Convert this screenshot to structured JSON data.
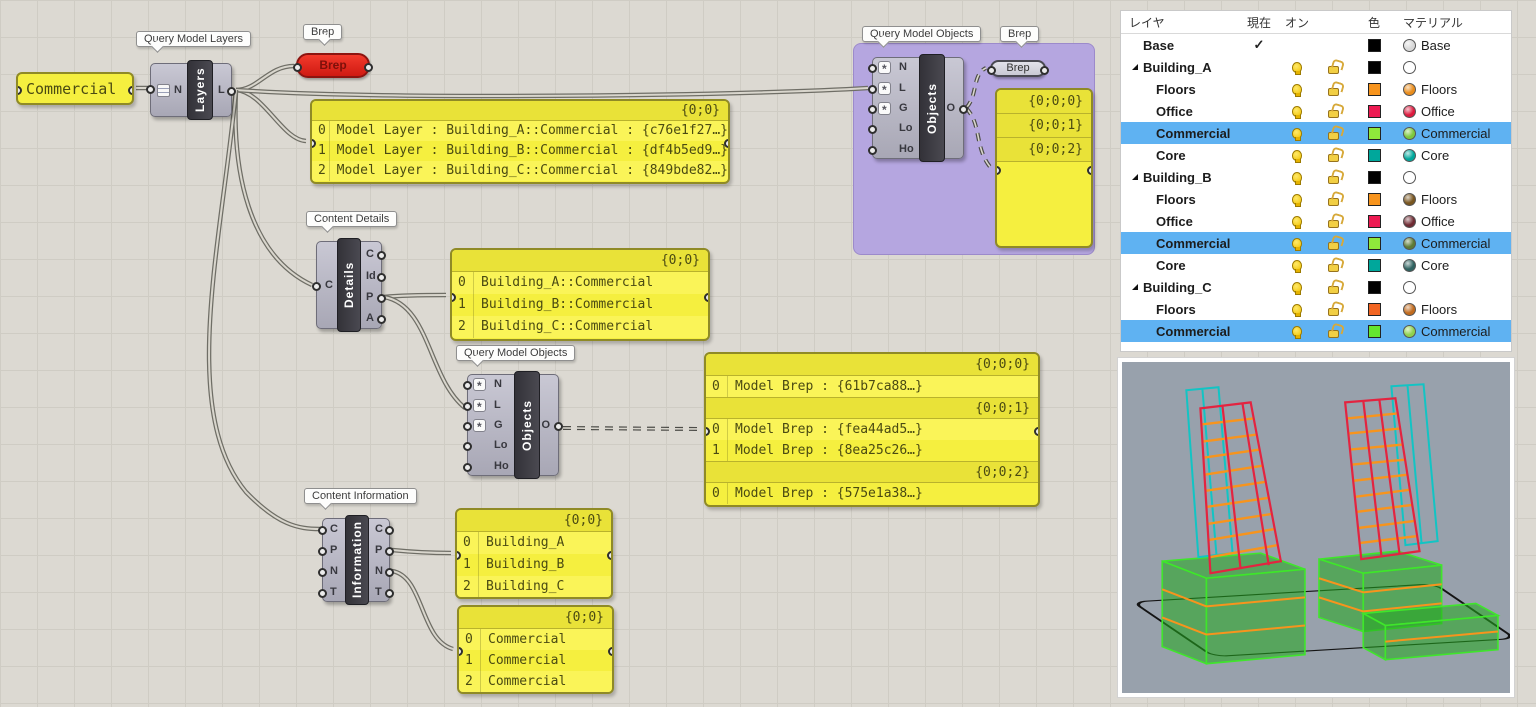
{
  "graph": {
    "commercial_param": "Commercial",
    "layers": {
      "tooltip": "Query Model Layers",
      "label": "Layers",
      "input": "N",
      "output": "L"
    },
    "brep_top": {
      "tooltip": "Brep",
      "label": "Brep"
    },
    "panel_layers": {
      "header": "{0;0}",
      "rows": [
        {
          "i": "0",
          "t": "Model Layer : Building_A::Commercial : {c76e1f27…}"
        },
        {
          "i": "1",
          "t": "Model Layer : Building_B::Commercial : {df4b5ed9…}"
        },
        {
          "i": "2",
          "t": "Model Layer : Building_C::Commercial : {849bde82…}"
        }
      ]
    },
    "group1": {
      "objects": {
        "tooltip": "Query Model Objects",
        "label": "Objects",
        "inputs": [
          "N",
          "L",
          "G",
          "Lo",
          "Ho"
        ],
        "output": "O"
      },
      "brep": {
        "tooltip": "Brep",
        "label": "Brep"
      },
      "panel": {
        "headers": [
          "{0;0;0}",
          "{0;0;1}",
          "{0;0;2}"
        ]
      }
    },
    "details": {
      "tooltip": "Content Details",
      "label": "Details",
      "input": "C",
      "outputs": [
        "C",
        "Id",
        "P",
        "A"
      ]
    },
    "panel_paths": {
      "header": "{0;0}",
      "rows": [
        {
          "i": "0",
          "t": "Building_A::Commercial"
        },
        {
          "i": "1",
          "t": "Building_B::Commercial"
        },
        {
          "i": "2",
          "t": "Building_C::Commercial"
        }
      ]
    },
    "objects2": {
      "tooltip": "Query Model Objects",
      "label": "Objects",
      "inputs": [
        "N",
        "L",
        "G",
        "Lo",
        "Ho"
      ],
      "output": "O"
    },
    "panel_breps": {
      "sections": [
        {
          "header": "{0;0;0}",
          "rows": [
            {
              "i": "0",
              "t": "Model Brep : {61b7ca88…}"
            }
          ]
        },
        {
          "header": "{0;0;1}",
          "rows": [
            {
              "i": "0",
              "t": "Model Brep : {fea44ad5…}"
            },
            {
              "i": "1",
              "t": "Model Brep : {8ea25c26…}"
            }
          ]
        },
        {
          "header": "{0;0;2}",
          "rows": [
            {
              "i": "0",
              "t": "Model Brep : {575e1a38…}"
            }
          ]
        }
      ]
    },
    "information": {
      "tooltip": "Content Information",
      "label": "Information",
      "inputs": [
        "C",
        "P",
        "N",
        "T"
      ],
      "outputs": [
        "C",
        "P",
        "N",
        "T"
      ]
    },
    "panel_names": {
      "header": "{0;0}",
      "rows": [
        {
          "i": "0",
          "t": "Building_A"
        },
        {
          "i": "1",
          "t": "Building_B"
        },
        {
          "i": "2",
          "t": "Building_C"
        }
      ]
    },
    "panel_commercial": {
      "header": "{0;0}",
      "rows": [
        {
          "i": "0",
          "t": "Commercial"
        },
        {
          "i": "1",
          "t": "Commercial"
        },
        {
          "i": "2",
          "t": "Commercial"
        }
      ]
    }
  },
  "layers_panel": {
    "headers": {
      "layer": "レイヤ",
      "current": "現在",
      "on": "オン",
      "color": "色",
      "material": "マテリアル"
    },
    "current_mark": "✓",
    "selected_color": "#5fb2f2",
    "rows": [
      {
        "name": "Base",
        "mat_name": "Base",
        "color": "#000000",
        "mat_color": "#d8d8d8"
      },
      {
        "name": "Building_A",
        "mat_name": "",
        "color": "#000000",
        "mat_color": "#ffffff"
      },
      {
        "name": "Floors",
        "mat_name": "Floors",
        "color": "#f7941d",
        "mat_color": "#e98c1b"
      },
      {
        "name": "Office",
        "mat_name": "Office",
        "color": "#ed1a52",
        "mat_color": "#dc1a3e"
      },
      {
        "name": "Commercial",
        "mat_name": "Commercial",
        "color": "#8fe83b",
        "mat_color": "#7cc83e"
      },
      {
        "name": "Core",
        "mat_name": "Core",
        "color": "#00a79b",
        "mat_color": "#00a79b"
      },
      {
        "name": "Building_B",
        "mat_name": "",
        "color": "#000000",
        "mat_color": "#ffffff"
      },
      {
        "name": "Floors",
        "mat_name": "Floors",
        "color": "#f7941d",
        "mat_color": "#78551f"
      },
      {
        "name": "Office",
        "mat_name": "Office",
        "color": "#ed1a52",
        "mat_color": "#6f2b33"
      },
      {
        "name": "Commercial",
        "mat_name": "Commercial",
        "color": "#8fe83b",
        "mat_color": "#5c7a36"
      },
      {
        "name": "Core",
        "mat_name": "Core",
        "color": "#00a79b",
        "mat_color": "#2f6260"
      },
      {
        "name": "Building_C",
        "mat_name": "",
        "color": "#000000",
        "mat_color": "#ffffff"
      },
      {
        "name": "Floors",
        "mat_name": "Floors",
        "color": "#f26522",
        "mat_color": "#c06a1d"
      },
      {
        "name": "Commercial",
        "mat_name": "Commercial",
        "color": "#64e62e",
        "mat_color": "#8fd14e"
      }
    ]
  },
  "viewport": {
    "background": "#98a1ac",
    "colors": {
      "tower": "#e32440",
      "floors": "#f7941d",
      "core": "#12c4c4",
      "commercial_stroke": "#3fe62b",
      "commercial_fill": "rgba(34,170,30,0.55)",
      "boundary": "#141414"
    }
  }
}
